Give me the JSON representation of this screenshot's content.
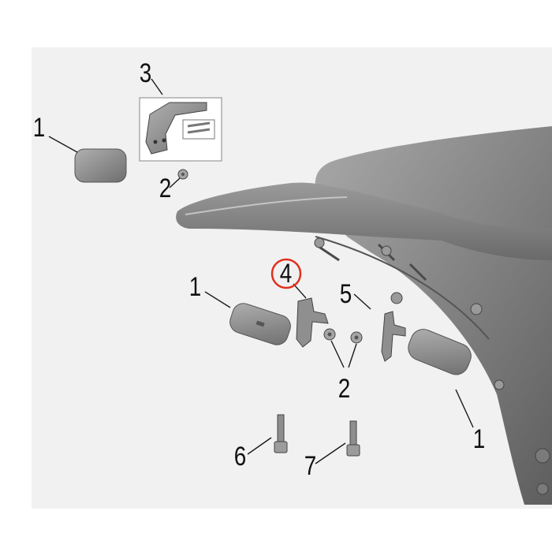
{
  "callouts": {
    "c1_top_left": "1",
    "c3_top": "3",
    "c2_top": "2",
    "c1_mid_left": "1",
    "c4_highlighted": "4",
    "c5": "5",
    "c2_bottom": "2",
    "c1_right": "1",
    "c6": "6",
    "c7": "7"
  },
  "colors": {
    "highlight_circle": "#e0301e",
    "background_panel": "#f1f1f1",
    "part_gray": "#8c8c8c",
    "body_gray": "#7a7a7a"
  },
  "highlighted_part": "4"
}
